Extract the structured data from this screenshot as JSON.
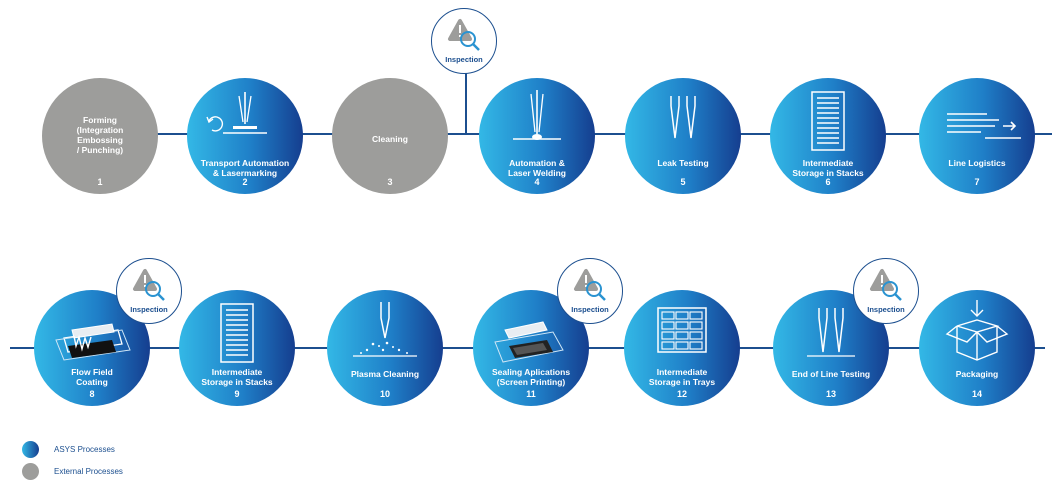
{
  "inspection_label": "Inspection",
  "processes_row1": [
    {
      "label": "Forming\n(Integration\nEmbossing\n/ Punching)",
      "number": "1",
      "kind": "external",
      "icon": "none"
    },
    {
      "label": "Transport Automation\n& Lasermarking",
      "number": "2",
      "kind": "asys",
      "icon": "laser-refresh-icon"
    },
    {
      "label": "Cleaning",
      "number": "3",
      "kind": "external",
      "icon": "none"
    },
    {
      "label": "Automation &\nLaser Welding",
      "number": "4",
      "kind": "asys",
      "icon": "laser-weld-icon"
    },
    {
      "label": "Leak Testing",
      "number": "5",
      "kind": "asys",
      "icon": "probe-icon"
    },
    {
      "label": "Intermediate\nStorage in Stacks",
      "number": "6",
      "kind": "asys",
      "icon": "stack-icon"
    },
    {
      "label": "Line Logistics",
      "number": "7",
      "kind": "asys",
      "icon": "logistics-arrow-icon"
    }
  ],
  "processes_row2": [
    {
      "label": "Flow Field\nCoating",
      "number": "8",
      "kind": "asys",
      "icon": "coating-icon"
    },
    {
      "label": "Intermediate\nStorage in Stacks",
      "number": "9",
      "kind": "asys",
      "icon": "stack-icon"
    },
    {
      "label": "Plasma Cleaning",
      "number": "10",
      "kind": "asys",
      "icon": "plasma-icon"
    },
    {
      "label": "Sealing Aplications\n(Screen Printing)",
      "number": "11",
      "kind": "asys",
      "icon": "screen-print-icon"
    },
    {
      "label": "Intermediate\nStorage in Trays",
      "number": "12",
      "kind": "asys",
      "icon": "trays-icon"
    },
    {
      "label": "End of Line Testing",
      "number": "13",
      "kind": "asys",
      "icon": "probe-icon"
    },
    {
      "label": "Packaging",
      "number": "14",
      "kind": "asys",
      "icon": "box-icon"
    }
  ],
  "legend": {
    "asys_label": "ASYS Processes",
    "external_label": "External Processes",
    "asys_color": "#1f7fc8",
    "external_color": "#9d9d9b"
  },
  "colors": {
    "line": "#1c4f8f",
    "gradient_start": "#33b8e6",
    "gradient_end": "#153e8f"
  }
}
